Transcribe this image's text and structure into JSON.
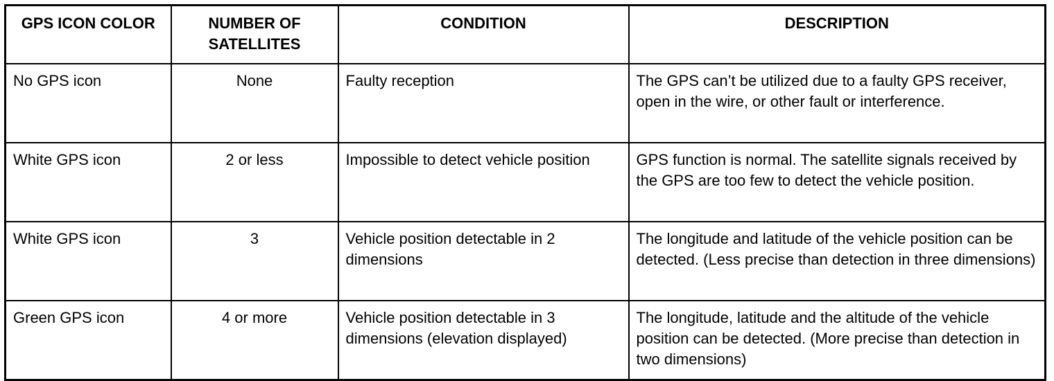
{
  "table": {
    "headers": [
      "GPS ICON COLOR",
      "NUMBER OF SATELLITES",
      "CONDITION",
      "DESCRIPTION"
    ],
    "rows": [
      {
        "icon_color": "No GPS icon",
        "satellites": "None",
        "condition": "Faulty reception",
        "description": "The GPS can’t be utilized due to a faulty GPS receiver, open in the wire, or other fault or interference."
      },
      {
        "icon_color": "White GPS icon",
        "satellites": "2 or less",
        "condition": "Impossible to detect vehicle position",
        "description": "GPS function is normal. The satellite signals received by the GPS are too few to detect the vehicle position."
      },
      {
        "icon_color": "White GPS icon",
        "satellites": "3",
        "condition": "Vehicle position detectable in 2 dimensions",
        "description": "The longitude and latitude of the vehicle position can be detected. (Less precise than detection in three dimensions)"
      },
      {
        "icon_color": "Green GPS icon",
        "satellites": "4 or more",
        "condition": "Vehicle position detectable in 3 dimensions (elevation displayed)",
        "description": "The longitude, latitude and the altitude of the vehicle position can be detected. (More precise than detection in two dimensions)"
      }
    ]
  }
}
